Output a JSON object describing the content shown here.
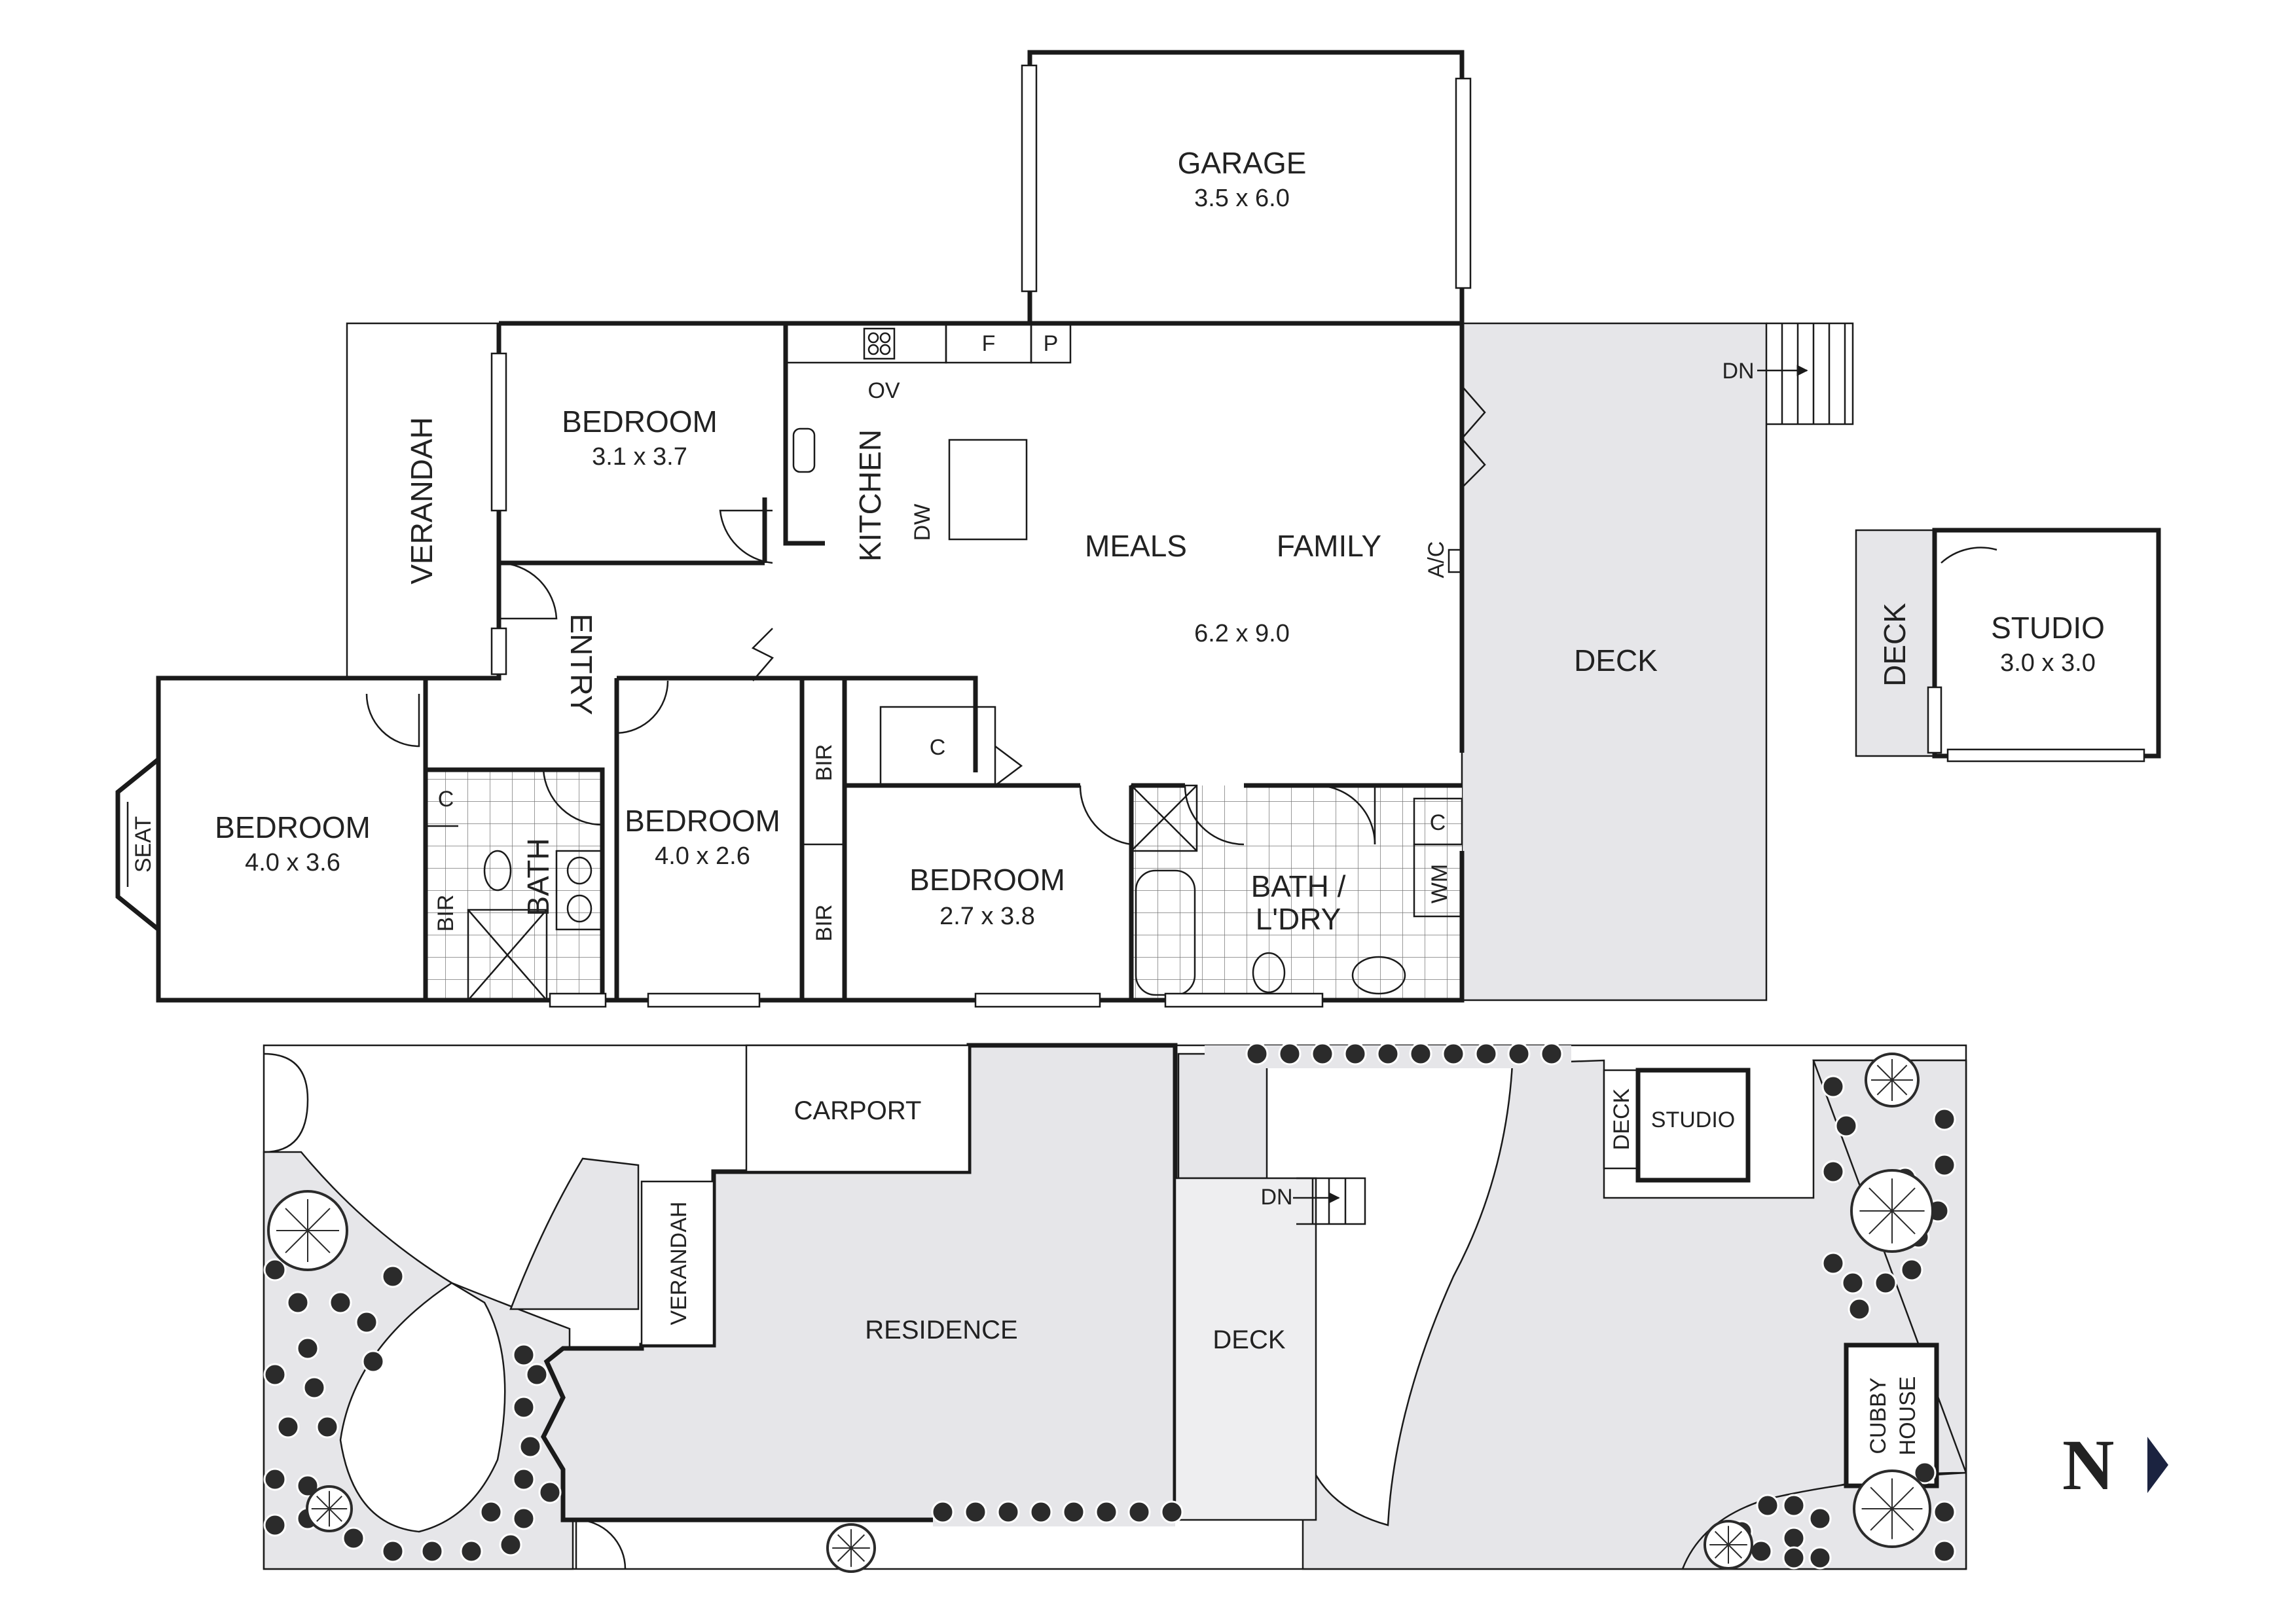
{
  "floor_plan": {
    "rooms": [
      {
        "id": "garage",
        "name": "GARAGE",
        "size": "3.5 x 6.0"
      },
      {
        "id": "bedroom1",
        "name": "BEDROOM",
        "size": "3.1 x 3.7"
      },
      {
        "id": "verandah",
        "name": "VERANDAH"
      },
      {
        "id": "kitchen",
        "name": "KITCHEN"
      },
      {
        "id": "meals",
        "name": "MEALS"
      },
      {
        "id": "family",
        "name": "FAMILY"
      },
      {
        "id": "meals_family_size",
        "size": "6.2 x 9.0"
      },
      {
        "id": "entry",
        "name": "ENTRY"
      },
      {
        "id": "bedroom2",
        "name": "BEDROOM",
        "size": "4.0 x 3.6"
      },
      {
        "id": "bedroom3",
        "name": "BEDROOM",
        "size": "4.0 x 2.6"
      },
      {
        "id": "bedroom4",
        "name": "BEDROOM",
        "size": "2.7 x 3.8"
      },
      {
        "id": "bath",
        "name": "BATH"
      },
      {
        "id": "bath_laundry",
        "name_line1": "BATH /",
        "name_line2": "L'DRY"
      },
      {
        "id": "deck",
        "name": "DECK"
      },
      {
        "id": "studio",
        "name": "STUDIO",
        "size": "3.0 x 3.0"
      },
      {
        "id": "studio_deck",
        "name": "DECK"
      }
    ],
    "fixtures": {
      "fridge": "F",
      "pantry": "P",
      "oven": "OV",
      "dishwasher": "DW",
      "aircon": "A/C",
      "cupboard": "C",
      "built_in_robe": "BIR",
      "washing_machine": "WM",
      "seat": "SEAT",
      "down": "DN"
    }
  },
  "site_plan": {
    "labels": {
      "carport": "CARPORT",
      "verandah": "VERANDAH",
      "residence": "RESIDENCE",
      "deck": "DECK",
      "studio": "STUDIO",
      "studio_deck": "DECK",
      "cubby_line1": "CUBBY",
      "cubby_line2": "HOUSE",
      "down": "DN"
    }
  },
  "compass": {
    "label": "N",
    "direction": "east"
  },
  "colors": {
    "wall": "#1a1a1a",
    "hatch": "#e6e6e9",
    "text": "#222222",
    "compass": "#1b2340"
  }
}
